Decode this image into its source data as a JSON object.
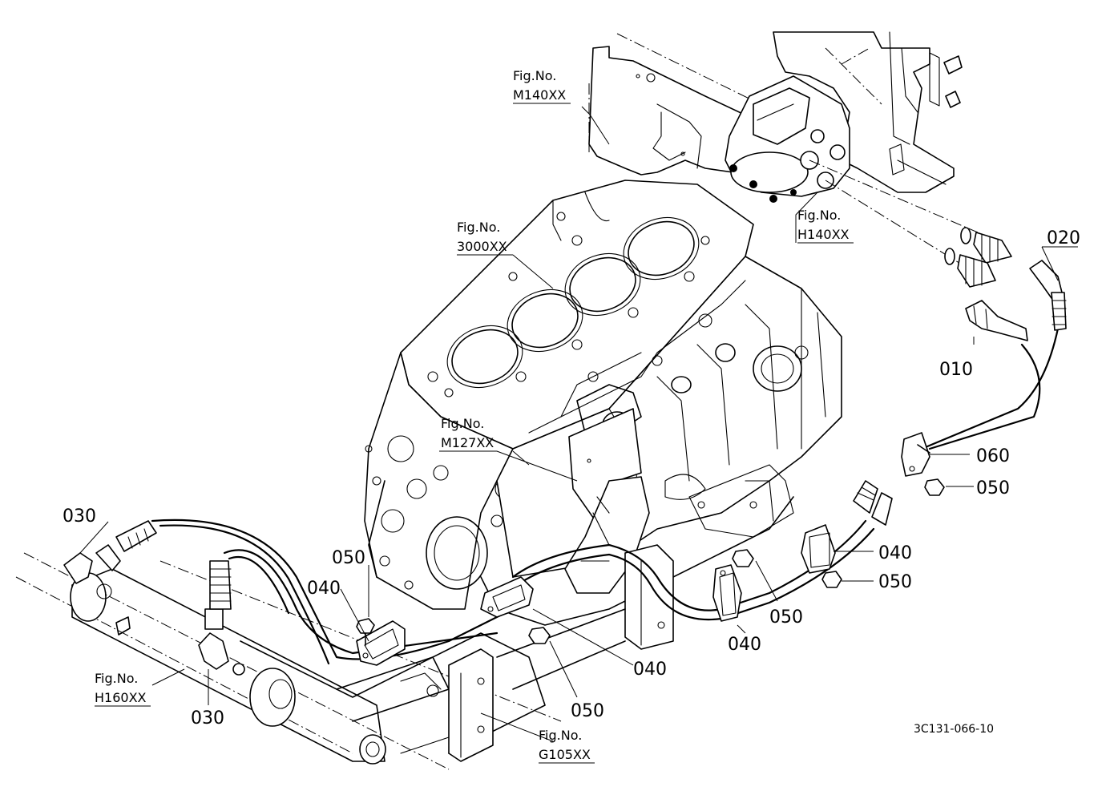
{
  "figure_refs": {
    "m140": {
      "line1": "Fig.No.",
      "line2": "M140XX"
    },
    "h140": {
      "line1": "Fig.No.",
      "line2": "H140XX"
    },
    "b3000": {
      "line1": "Fig.No.",
      "line2": "3000XX"
    },
    "m127": {
      "line1": "Fig.No.",
      "line2": "M127XX"
    },
    "h160": {
      "line1": "Fig.No.",
      "line2": "H160XX"
    },
    "g105": {
      "line1": "Fig.No.",
      "line2": "G105XX"
    }
  },
  "callouts": {
    "c020": "020",
    "c010": "010",
    "c060": "060",
    "c050_a": "050",
    "c040_a": "040",
    "c050_b": "050",
    "c050_c": "050",
    "c040_b": "040",
    "c030_a": "030",
    "c050_d": "050",
    "c040_c": "040",
    "c040_d": "040",
    "c050_e": "050",
    "c030_b": "030"
  },
  "drawing_code": "3C131-066-10"
}
